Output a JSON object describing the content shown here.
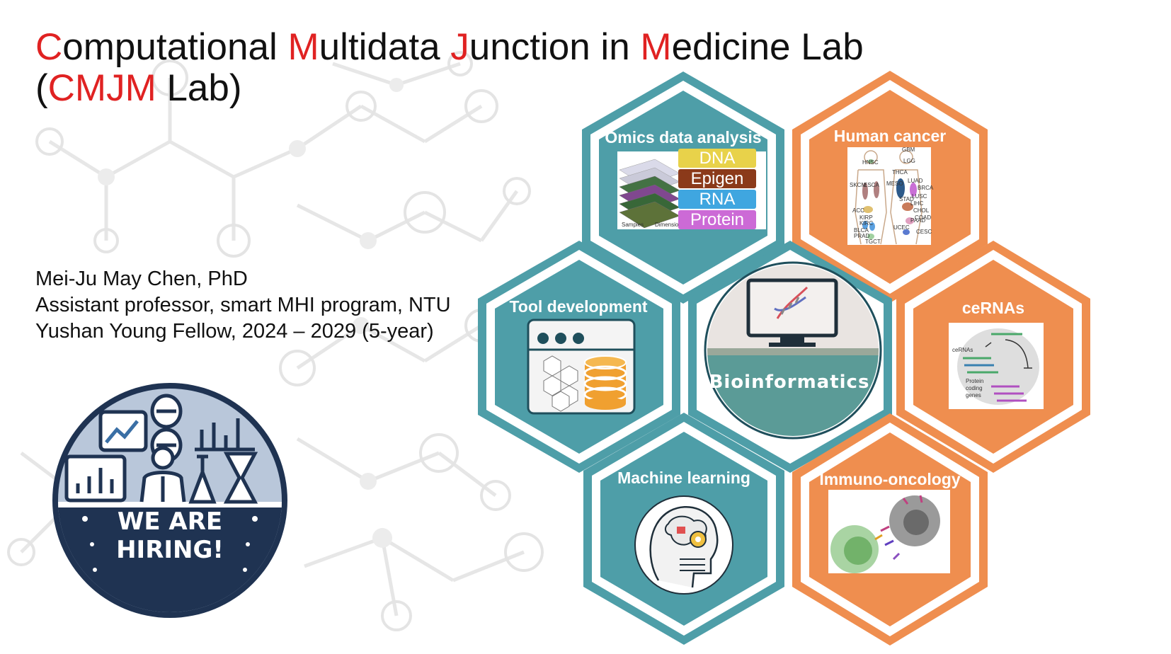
{
  "title": {
    "line1": [
      {
        "text": "C",
        "red": true
      },
      {
        "text": "omputational ",
        "red": false
      },
      {
        "text": "M",
        "red": true
      },
      {
        "text": "ultidata ",
        "red": false
      },
      {
        "text": "J",
        "red": true
      },
      {
        "text": "unction in ",
        "red": false
      },
      {
        "text": "M",
        "red": true
      },
      {
        "text": "edicine Lab",
        "red": false
      }
    ],
    "line2": [
      {
        "text": "(",
        "red": false
      },
      {
        "text": "CMJM",
        "red": true
      },
      {
        "text": " Lab)",
        "red": false
      }
    ]
  },
  "author": {
    "name": "Mei-Ju May Chen, PhD",
    "position": "Assistant professor, smart MHI program, NTU",
    "fellowship": "Yushan Young Fellow, 2024 – 2029 (5-year)"
  },
  "hexagons": {
    "omics": {
      "label": "Omics data analysis",
      "tags": [
        {
          "text": "DNA",
          "color": "#e8d24a"
        },
        {
          "text": "Epigen",
          "color": "#8b3a1a"
        },
        {
          "text": "RNA",
          "color": "#3fa6e0"
        },
        {
          "text": "Protein",
          "color": "#cc6ad6"
        }
      ],
      "axis_left": "Samples",
      "axis_right": "Dimension"
    },
    "cancer": {
      "label": "Human cancer",
      "organs": [
        "GBM",
        "LGG",
        "HNSC",
        "THCA",
        "SKCM",
        "ESCA",
        "MESO",
        "LUAD",
        "LUSC",
        "BRCA",
        "STAD",
        "LIHC",
        "ACC",
        "KIRP",
        "KIRC",
        "CHOL",
        "PAAD",
        "BLCA",
        "PRAD",
        "UCEC",
        "TGCT",
        "COAD",
        "CESC"
      ]
    },
    "tool": {
      "label": "Tool development"
    },
    "bioinformatics": {
      "label": "Bioinformatics"
    },
    "cerna": {
      "label": "ceRNAs",
      "inner_label": "ceRNAs",
      "genes_label": [
        "Protein",
        "coding",
        "genes"
      ]
    },
    "ml": {
      "label": "Machine learning"
    },
    "immuno": {
      "label": "Immuno-oncology"
    }
  },
  "badge": {
    "line1": "WE ARE",
    "line2": "HIRING!"
  },
  "colors": {
    "teal": "#4e9ea8",
    "orange": "#ef8e4f",
    "title_red": "#e02222",
    "badge_navy": "#1f3352",
    "badge_light": "#b9c7da"
  }
}
